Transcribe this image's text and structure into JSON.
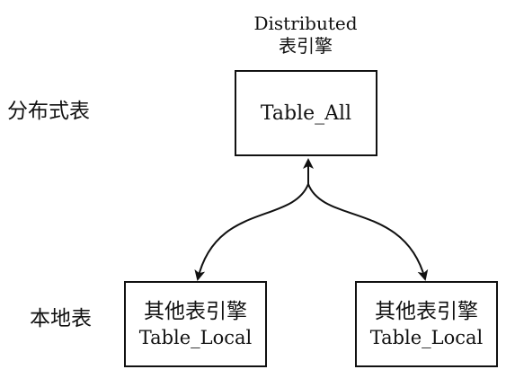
{
  "diagram": {
    "row_labels": {
      "distributed": "分布式表",
      "local": "本地表"
    },
    "top_caption": {
      "line1": "Distributed",
      "line2": "表引擎"
    },
    "distributed_table": {
      "name": "Table_All"
    },
    "local_tables": [
      {
        "engine": "其他表引擎",
        "name": "Table_Local"
      },
      {
        "engine": "其他表引擎",
        "name": "Table_Local"
      }
    ],
    "colors": {
      "stroke": "#111111",
      "background": "#ffffff"
    }
  }
}
